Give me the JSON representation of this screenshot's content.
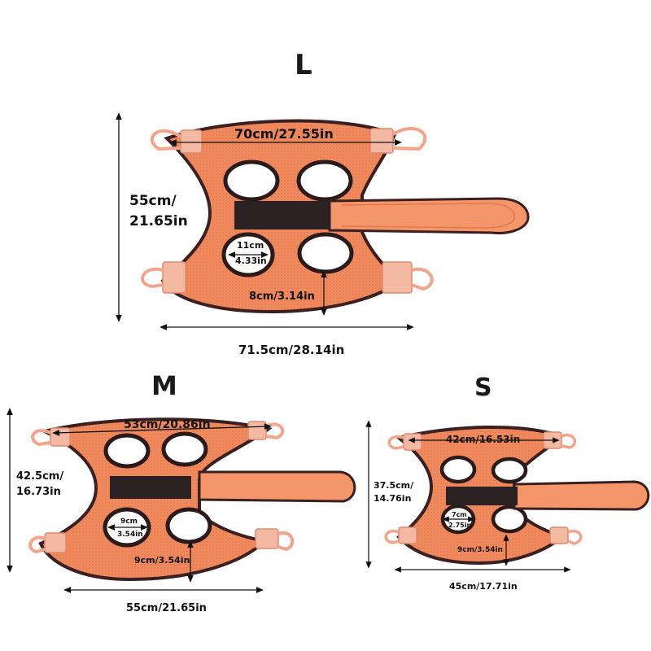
{
  "sizes": {
    "L": {
      "label": "L",
      "width_top": "70cm/27.55in",
      "height_line1": "55cm/",
      "height_line2": "21.65in",
      "hole_line1": "11cm",
      "hole_line2": "4.33in",
      "edge": "8cm/3.14in",
      "width_bottom": "71.5cm/28.14in"
    },
    "M": {
      "label": "M",
      "width_top": "53cm/20.86in",
      "height_line1": "42.5cm/",
      "height_line2": "16.73in",
      "hole_line1": "9cm",
      "hole_line2": "3.54in",
      "edge": "9cm/3.54in",
      "width_bottom": "55cm/21.65in"
    },
    "S": {
      "label": "S",
      "width_top": "42cm/16.53in",
      "height_line1": "37.5cm/",
      "height_line2": "14.76in",
      "hole_line1": "7cm",
      "hole_line2": "2.75in",
      "edge": "9cm/3.54in",
      "width_bottom": "45cm/17.71in"
    }
  },
  "colors": {
    "mesh": "#f08a5d",
    "mesh_edge": "#3a2020",
    "strap": "#f4956a",
    "velcro": "#2b2122",
    "tab": "#f3b9a2"
  }
}
